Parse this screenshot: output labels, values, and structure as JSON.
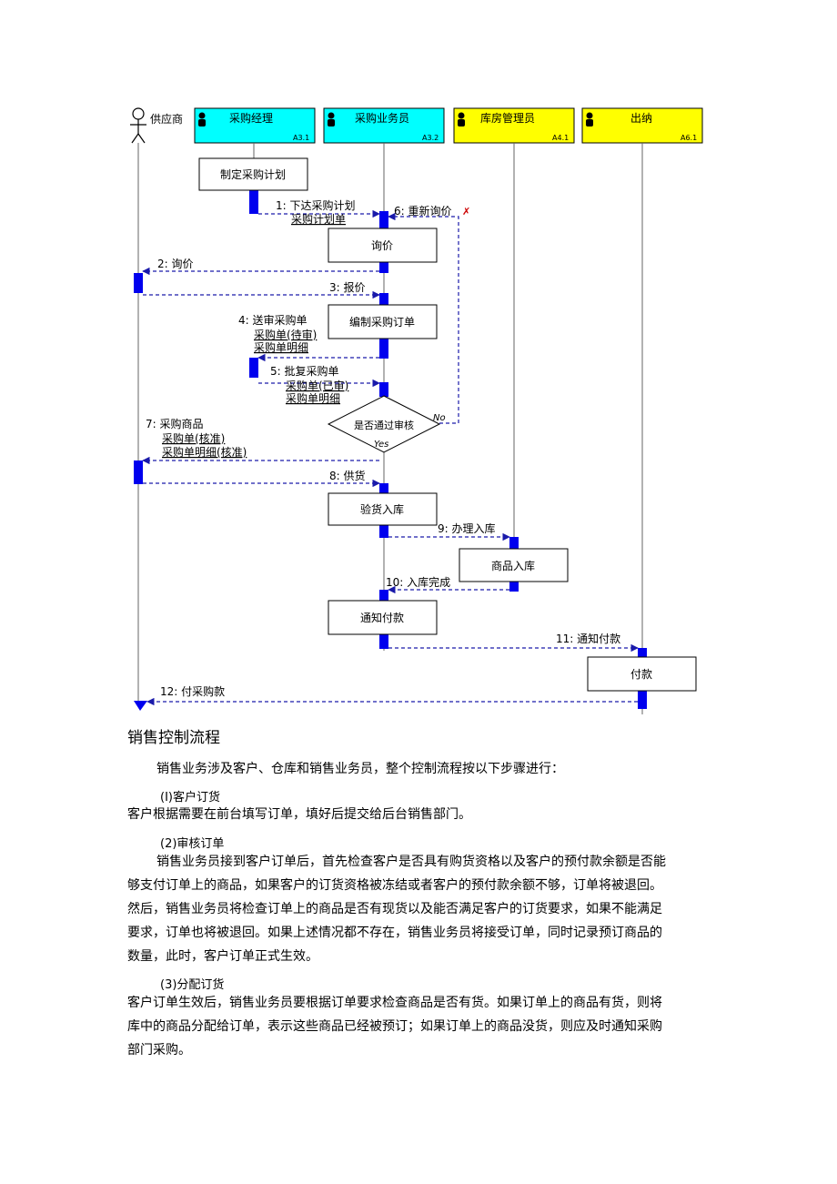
{
  "diagram": {
    "actor": "供应商",
    "lanes": [
      {
        "name": "采购经理",
        "code": "A3.1",
        "color": "#00ffff"
      },
      {
        "name": "采购业务员",
        "code": "A3.2",
        "color": "#00ffff"
      },
      {
        "name": "库房管理员",
        "code": "A4.1",
        "color": "#ffff00"
      },
      {
        "name": "出纳",
        "code": "A6.1",
        "color": "#ffff00"
      }
    ],
    "boxes": {
      "plan": "制定采购计划",
      "inquiry": "询价",
      "compile": "编制采购订单",
      "decision": "是否通过审核",
      "inspect": "验货入库",
      "store": "商品入库",
      "notify": "通知付款",
      "pay": "付款"
    },
    "messages": {
      "m1": "1:  下达采购计划",
      "m1a": "采购计划单",
      "m6": "6:  重新询价",
      "m2": "2:  询价",
      "m3": "3:  报价",
      "m4": "4:  送审采购单",
      "m4a": "采购单(待审)",
      "m4b": "采购单明细",
      "m5": "5:  批复采购单",
      "m5a": "采购单(已审)",
      "m5b": "采购单明细",
      "m7": "7:  采购商品",
      "m7a": "采购单(核准)",
      "m7b": "采购单明细(核准)",
      "m8": "8:  供货",
      "m9": "9:  办理入库",
      "m10": "10:  入库完成",
      "m11": "11:  通知付款",
      "m12": "12:  付采购款",
      "no": "No",
      "yes": "Yes"
    },
    "colors": {
      "activation": "#0000ee",
      "arrow": "#1a1aaa",
      "cyan": "#00ffff",
      "yellow": "#ffff00"
    }
  },
  "section": {
    "title": "销售控制流程",
    "intro": "销售业务涉及客户、仓库和销售业务员，整个控制流程按以下步骤进行：",
    "steps": [
      {
        "heading": "(I)客户订货",
        "lines": [
          "客户根据需要在前台填写订单，填好后提交给后台销售部门。"
        ]
      },
      {
        "heading": "(2)审核订单",
        "lines": [
          "销售业务员接到客户订单后，首先检查客户是否具有购货资格以及客户的预付款余额是否能",
          "够支付订单上的商品，如果客户的订货资格被冻结或者客户的预付款余额不够，订单将被退回。",
          "然后，销售业务员将检查订单上的商品是否有现货以及能否满足客户的订货要求，如果不能满足",
          "要求，订单也将被退回。如果上述情况都不存在，销售业务员将接受订单，同时记录预订商品的",
          "数量，此时，客户订单正式生效。"
        ]
      },
      {
        "heading": "(3)分配订货",
        "lines": [
          "客户订单生效后，销售业务员要根据订单要求检查商品是否有货。如果订单上的商品有货，则将",
          "库中的商品分配给订单，表示这些商品已经被预订；如果订单上的商品没货，则应及时通知采购",
          "部门采购。"
        ]
      }
    ]
  }
}
